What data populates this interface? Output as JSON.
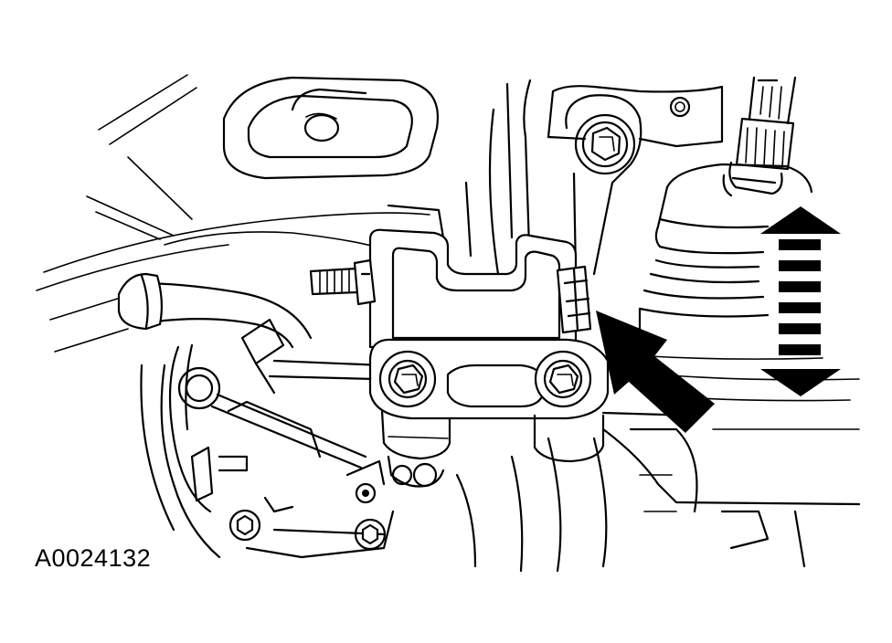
{
  "figure": {
    "id_label": "A0024132",
    "line_color": "#000000",
    "background": "#ffffff"
  },
  "components": [
    "heat-shield-bracket",
    "bracket-mounting-bolt",
    "transmission-mount-bracket",
    "mount-bolt-left",
    "mount-bolt-right",
    "mount-nut",
    "threaded-stud",
    "hose",
    "steering-gear-boot",
    "steering-shaft",
    "callout-arrow",
    "movement-arrow-double"
  ]
}
